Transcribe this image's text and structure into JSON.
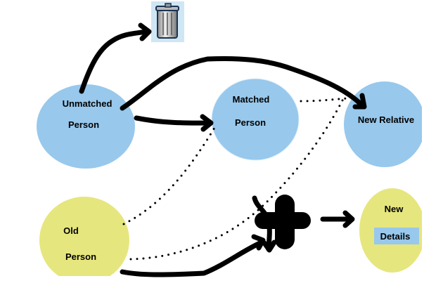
{
  "nodes": {
    "unmatched": {
      "line1": "Unmatched",
      "line2": "Person",
      "color": "#98c8ec"
    },
    "matched": {
      "line1": "Matched",
      "line2": "Person",
      "color": "#98c8ec"
    },
    "new_relative": {
      "label": "New Relative",
      "color": "#98c8ec"
    },
    "old": {
      "line1": "Old",
      "line2": "Person",
      "color": "#e6e67e"
    },
    "new_details": {
      "line1": "New",
      "line2": "Details",
      "color": "#e6e67e",
      "highlight": "#98c8ec"
    }
  },
  "icons": {
    "trash": "trash-can-icon",
    "plus": "plus-icon"
  }
}
